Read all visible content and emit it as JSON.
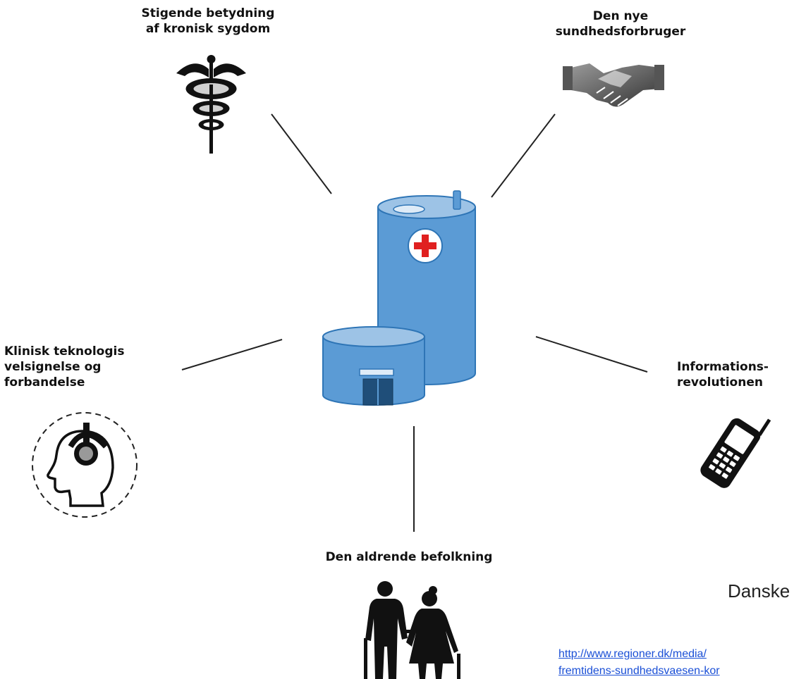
{
  "labels": {
    "chronic_disease": [
      "Stigende betydning",
      "af kronisk sygdom"
    ],
    "health_consumer": [
      "Den nye",
      "sundhedsforbruger"
    ],
    "clinical_tech": [
      "Klinisk teknologis",
      "velsignelse og",
      "forbandelse"
    ],
    "information": [
      "Informations-",
      "revolutionen"
    ],
    "aging": [
      "Den aldrende befolkning"
    ]
  },
  "source": {
    "text": "Danske",
    "links": [
      "http://www.regioner.dk/media/",
      "fremtidens-sundhedsvaesen-kor"
    ]
  },
  "icons": {
    "center": "hospital-building-icon",
    "chronic_disease": "caduceus-icon",
    "health_consumer": "handshake-icon",
    "clinical_tech": "head-with-headphones-icon",
    "information": "mobile-phone-icon",
    "aging": "elderly-couple-icon"
  },
  "colors": {
    "building_blue": "#5b9bd5",
    "building_light": "#bdd7ee",
    "building_stroke": "#2e75b6",
    "door": "#1f4e79",
    "cross": "#e02020",
    "text": "#111111",
    "link": "#1a4fd6"
  }
}
